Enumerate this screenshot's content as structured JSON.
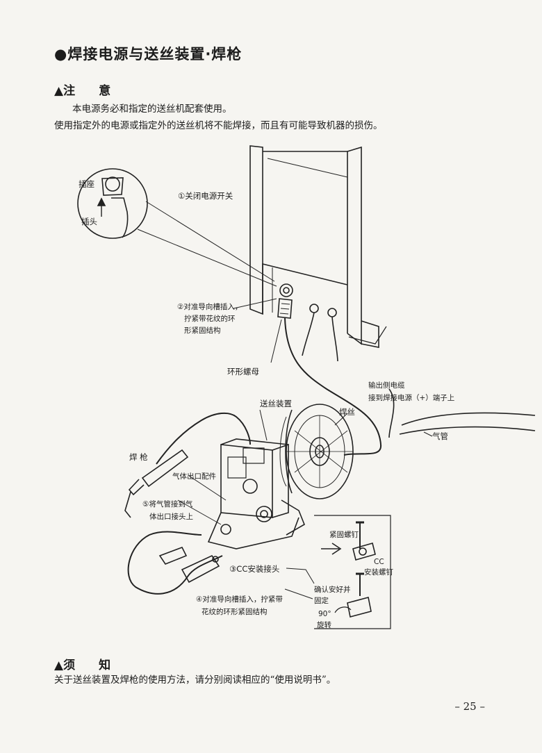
{
  "title": "●焊接电源与送丝装置·焊枪",
  "caution": {
    "heading": "▲注　　意",
    "line1": "本电源务必和指定的送丝机配套使用。",
    "line2": "使用指定外的电源或指定外的送丝机将不能焊接，而且有可能导致机器的损伤。"
  },
  "diagram_labels": {
    "socket": "插座",
    "plug": "插头",
    "step1": "①关闭电源开关",
    "step2_l1": "②对准导向槽插入，",
    "step2_l2": "拧紧带花纹的环",
    "step2_l3": "形紧固结构",
    "ring_nut": "环形螺母",
    "output_cable_l1": "输出侧电缆",
    "output_cable_l2": "接到焊接电源（+）端子上",
    "wire_feeder": "送丝装置",
    "welding_wire": "焊丝",
    "gas_hose": "气管",
    "torch": "焊 枪",
    "gas_outlet": "气体出口配件",
    "step5_l1": "⑤将气管接到气",
    "step5_l2": "体出口接头上",
    "step3": "③CC安装接头",
    "step4_l1": "④对准导向槽插入，拧紧带",
    "step4_l2": "花纹的环形紧固结构",
    "fixing_screw": "紧固螺钉",
    "cc_screw_l1": "CC",
    "cc_screw_l2": "安装螺钉",
    "confirm_l1": "确认安好并",
    "confirm_l2": "固定",
    "rotate_l1": "90°",
    "rotate_l2": "旋转"
  },
  "notice": {
    "heading": "▲须　　知",
    "line1": "关于送丝装置及焊枪的使用方法，请分别阅读相应的“使用说明书”。"
  },
  "page_number": "– 25 –"
}
